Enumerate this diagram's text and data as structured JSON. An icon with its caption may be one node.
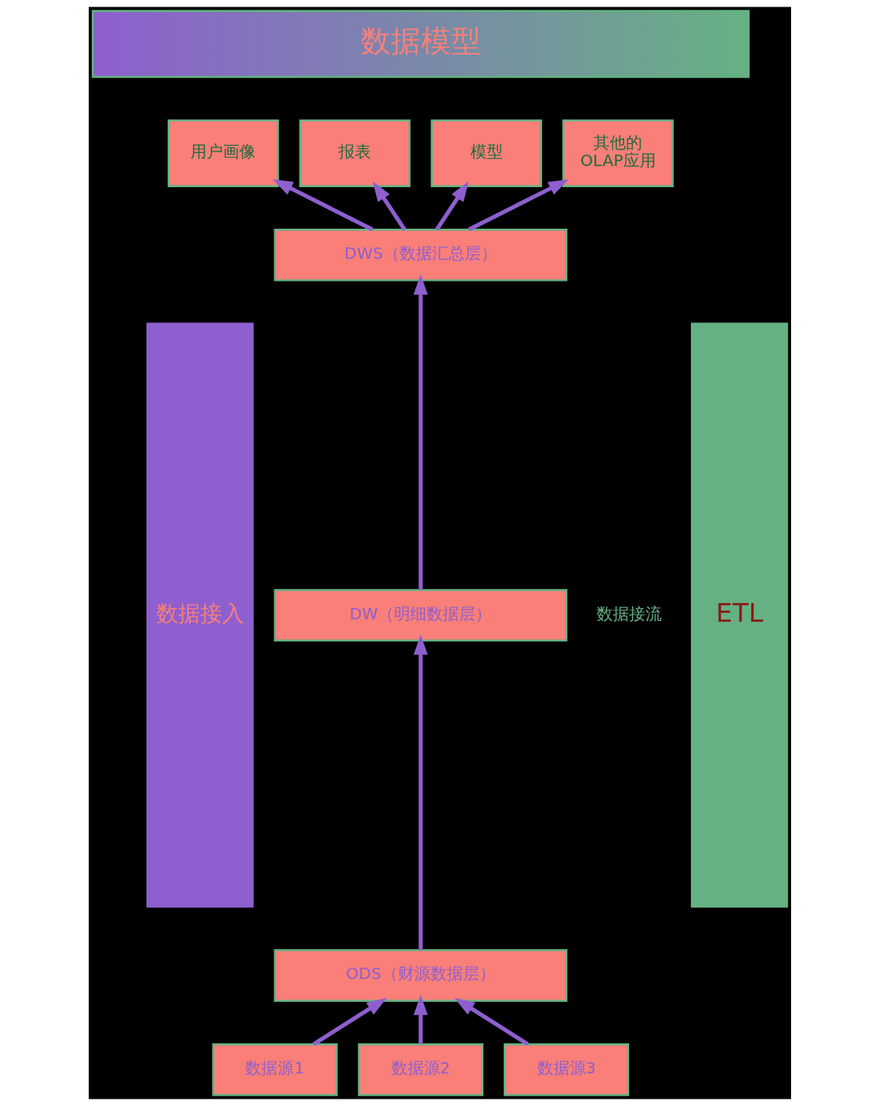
{
  "diagram": {
    "nodes": [
      {
        "text": [
          "数据模型"
        ]
      },
      {
        "text": [
          "数据接入"
        ]
      },
      {
        "text": [
          "用户画像"
        ]
      },
      {
        "text": [
          "报表"
        ]
      },
      {
        "text": [
          "模型"
        ]
      },
      {
        "text": [
          "其他的 OLAP应用"
        ]
      },
      {
        "text": [
          "DWS（数据汇总层）"
        ]
      },
      {
        "text": [
          "DW（明细数据层）"
        ]
      },
      {
        "text": [
          "ODS（财源数据层）"
        ]
      },
      {
        "text": [
          "数据源1"
        ]
      },
      {
        "text": [
          "数据源2"
        ]
      },
      {
        "text": [
          "数据源3"
        ]
      },
      {
        "text": [
          "ETL"
        ]
      }
    ],
    "edges": [
      {
        "from": 9,
        "to": 8,
        "arrow": "to"
      },
      {
        "from": 10,
        "to": 8,
        "arrow": "to"
      },
      {
        "from": 11,
        "to": 8,
        "arrow": "to"
      },
      {
        "from": 8,
        "to": 7,
        "arrow": "to"
      },
      {
        "from": 7,
        "to": 6,
        "arrow": "to"
      },
      {
        "from": 6,
        "to": 2,
        "arrow": "to"
      },
      {
        "from": 6,
        "to": 3,
        "arrow": "to"
      },
      {
        "from": 6,
        "to": 4,
        "arrow": "to"
      },
      {
        "from": 6,
        "to": 5,
        "arrow": "to"
      }
    ],
    "labels": [
      "数据接流"
    ]
  }
}
